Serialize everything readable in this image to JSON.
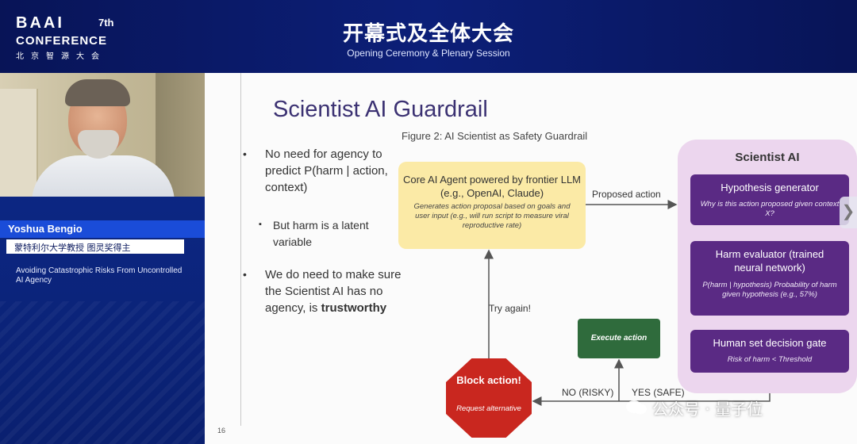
{
  "banner": {
    "logo_line1": "BAAI",
    "logo_edition": "7th",
    "logo_line2": "CONFERENCE",
    "logo_line3": "北京智源大会",
    "title": "开幕式及全体大会",
    "subtitle": "Opening Ceremony & Plenary Session"
  },
  "speaker": {
    "name": "Yoshua Bengio",
    "affiliation": "蒙特利尔大学教授 图灵奖得主",
    "talk_title": "Avoiding Catastrophic Risks From Uncontrolled AI Agency"
  },
  "slide": {
    "title": "Scientist AI Guardrail",
    "page_number": "16",
    "bullets": [
      {
        "text": "No need for agency to predict P(harm | action, context)"
      },
      {
        "text": "But harm is a latent variable"
      },
      {
        "text": "We do need to make sure the Scientist AI has no agency, is",
        "bold": "trustworthy"
      }
    ],
    "figure": {
      "caption": "Figure 2: AI Scientist as Safety Guardrail",
      "core_agent": {
        "title": "Core AI Agent powered by frontier LLM (e.g., OpenAI, Claude)",
        "detail": "Generates action proposal based on goals and user input (e.g., will run script to measure viral reproductive rate)"
      },
      "edge_proposed": "Proposed action",
      "scientist_title": "Scientist AI",
      "hypothesis": {
        "title": "Hypothesis generator",
        "detail": "Why is this action proposed given context X?"
      },
      "harm": {
        "title": "Harm evaluator (trained neural network)",
        "detail": "P(harm | hypothesis) Probability of harm given hypothesis (e.g., 57%)"
      },
      "gate": {
        "title": "Human set decision gate",
        "detail": "Risk of harm < Threshold"
      },
      "execute": "Execute action",
      "block": {
        "title": "Block action!",
        "detail": "Request alternative"
      },
      "edge_try_again": "Try again!",
      "edge_risky": "NO (RISKY)",
      "edge_safe": "YES (SAFE)"
    }
  },
  "watermark": "公众号 · 量子位",
  "colors": {
    "banner": "#0b1a5e",
    "title": "#3b3172",
    "core_box": "#fbeaa6",
    "scientist_panel": "#ecd6ee",
    "scientist_box": "#5a2a84",
    "execute_box": "#2f6b3c",
    "block_sign": "#c9271f"
  }
}
